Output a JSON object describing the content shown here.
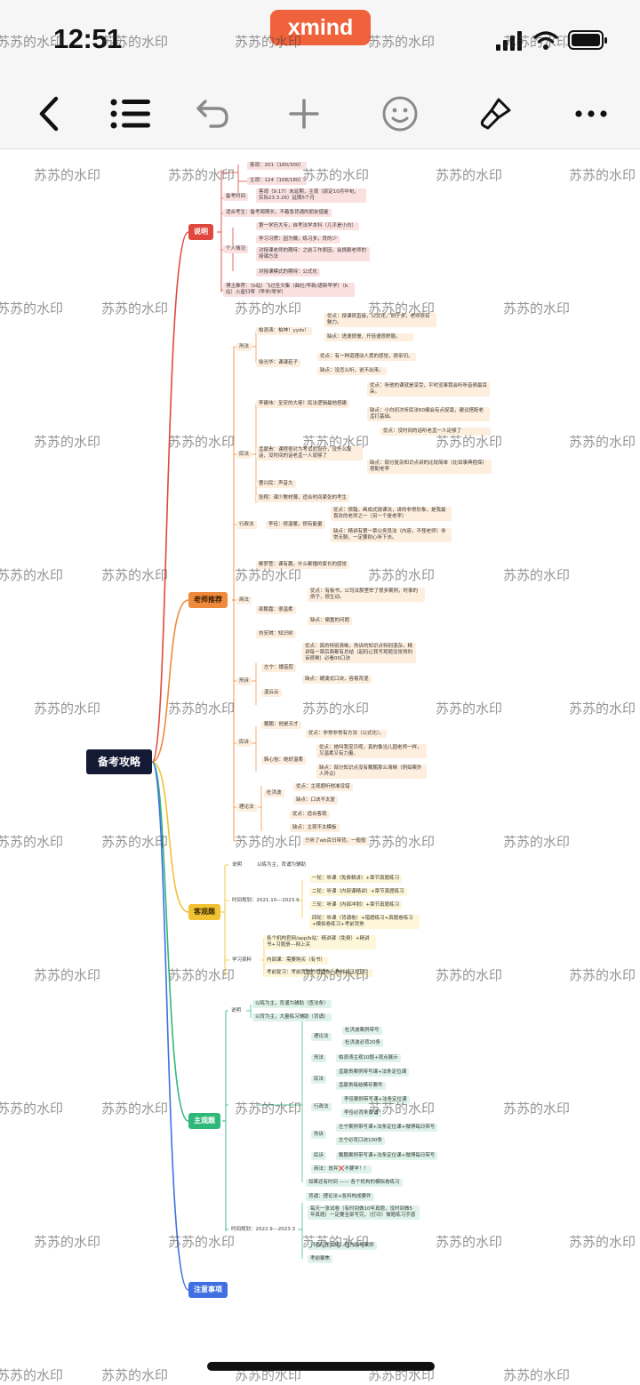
{
  "status_bar": {
    "time": "12:51",
    "brand": "xmind"
  },
  "watermark_text": "苏苏的水印",
  "mindmap": {
    "root": "备考攻略",
    "branches": [
      {
        "id": "shuoming",
        "label": "说明",
        "color": "#e0483e",
        "text_color": "#ffffff"
      },
      {
        "id": "laoshi",
        "label": "老师推荐",
        "color": "#ef8a3c",
        "text_color": "#3a1f00"
      },
      {
        "id": "keguan",
        "label": "客观题",
        "color": "#f1c232",
        "text_color": "#3a2a00"
      },
      {
        "id": "zhuguan",
        "label": "主观题",
        "color": "#2fb87a",
        "text_color": "#ffffff"
      },
      {
        "id": "zhuyi",
        "label": "注意事项",
        "color": "#3f6fe0",
        "text_color": "#ffffff"
      }
    ],
    "nodes": {
      "s1": "客观：201（180/300）",
      "s2": "主观：124（108/180）",
      "s3": "备考时间",
      "s4": "客观（9.17）未延期，主观（原定10月中旬，实际23.3.26）延期5个月",
      "s5": "适合考生：备考周期长，不着急背诵的朋友借鉴",
      "s6": "个人情况",
      "s7": "第一学历大专，自考法学本科（几乎是小白）",
      "s8": "学习习惯：因为懒，练习多，背的少",
      "s9": "对授课老师的期待：之前工作原因，会挑剔老师的授课方法",
      "s10": "对授课模式的期待：公式化",
      "s11": "博主推荐：（b站）飞过圣文集（曲社/早新/递新早学）（b站）火星归零（早学/零学）",
      "t_xingfa": "刑法",
      "t1": "柏浪涛：柏神！yyds！",
      "t2": "优点：授课很直接，公式化，例子多，老师很有魅力。",
      "t3": "缺点：语速很慢，开倍速很舒服。",
      "t4": "徐光华：课课若子",
      "t5": "优点：有一种道理动人勇的感觉，很亲切。",
      "t6": "缺点：没怎么听，说不出来。",
      "t_minfa": "民法",
      "t7": "李建伟：至安的大佬！民法逻辑最他搭建",
      "t8": "优点：听他的课就是享受，平时没事我会听听音频最耳朵。",
      "t9": "缺点：小白初次听民法60编会有点捉毫，建议搭配老孟打基础。",
      "t10": "孟献贵：课程很对为考试而设计，没什么废话，没时间的话老孟一人就够了",
      "t11": "优点：没时间的话听老孟一人足够了",
      "t12": "缺点：部分复杂知识点讲的比较简单（比如事典抱保）搭配老李",
      "t13": "曹兴民：声音大",
      "t14": "张翔：课少教材薄，适合时间紧张的考生",
      "t_xingzheng": "行政法",
      "t15": "李佳：很温暖，很有能量",
      "t16": "优点：很踏，画成式授课法，讲的非常形象，是我最喜欢的老师之一（另一个是老李）",
      "t17": "缺点：精讲有第一章公务员法（内容，不怪老师）非常无聊，一定要耐心听下去。",
      "t_shangfa": "商法",
      "t18": "鄢梦萱：课有趣，什么都懂的家长的感觉",
      "t19": "部鹏嘉：很温柔",
      "t20": "优点：有板书，公司法那里举了很多案例，时事的例子，很生动。",
      "t21": "缺点：偏重的问题",
      "t22": "刘安琪：知识树",
      "t_xingsu": "刑诉",
      "t23": "左宁：播音腔",
      "t24": "优点：真的特别清晰，刑诉的知识点特别混杂，精讲每一章后面都有总结（起码让我写观题没觉得刑诉很难）必看00口诀",
      "t25": "缺点：硬凑式口诀，容易背混",
      "t26": "温云云",
      "t_minsu": "民诉",
      "t27": "戴鹏：他是天才",
      "t28": "优点：非常非常有方法（公式化）。",
      "t29": "韩心怡：她好温柔",
      "t30": "优点：她叫我宝贝呢，真的像当儿园老师一样，又温柔又有力量。",
      "t31": "缺点：部分知识点没有戴鹏那么清晰（例如案外人异议）",
      "t_lilun": "理论法",
      "t32": "杜洪波",
      "t33": "优点：主观题听他准没错",
      "t34": "缺点：口诀不太复",
      "t35": "优点：适合客观",
      "t36": "缺点：主观不太模板",
      "t37": "只听了wb百日带背，一般般",
      "k1": "说明",
      "k2": "以练为主，背诵为辅助",
      "k3": "时间规划：2021.10---2023.9",
      "k4": "一轮：听课（免费精讲）+章节真题练习",
      "k5": "二轮：听课（内部课精讲）+章节真题练习",
      "k6": "三轮：听课（内部冲刺）+章节真题练习",
      "k7": "四轮：听课（背诵卷）+错题练习+真题卷练习+模拟卷练习+考前背熟",
      "k8": "学习资料",
      "k9": "各个机构官网/app/b站：精讲课（免费）+精讲书+习题册---网上买",
      "k10": "内部课：需要购买（有书）",
      "k11": "考前复习：考前背熟的背诵卷，教材自己打印。",
      "z1": "说明",
      "z2": "以练为主，背诵为辅助（查法条）",
      "z3": "以背为主，大量练习辅助（背诵）",
      "z4": "理论法",
      "z5": "杜洪波案例带写",
      "z6": "杜洪波必背20条",
      "z7": "刑法",
      "z8": "柏浪涛主观10题+观点展示",
      "z9": "民法",
      "z10": "孟献贵案例带写课+法条定位课",
      "z11": "孟献贵每结模存要件",
      "z12": "行政法",
      "z13": "李佳案例带写课+法条定位课",
      "z14": "李佳必背条背诵",
      "z15": "刑诉",
      "z16": "左宁案例带写课+法条定位课+微博每日带写",
      "z17": "左宁必背口诀100条",
      "z18": "民诉",
      "z19": "戴鹏案例带写课+法条定位课+微博每日带写",
      "z20": "商法：放弃❌不要学！！",
      "z21": "如果还有时间 —— 各个机构的模拟卷练习",
      "z22": "背诵：理论法+各科构成要件",
      "z23": "时间规划：2022.9---2023.3",
      "z24": "每天一张试卷（有时间做10年真题，没时间做5年真题）一定要全部写完，（打印）做题练习手感",
      "z25": "（西红圣文集）官方指导案例",
      "z26": "考前聚焦"
    }
  }
}
